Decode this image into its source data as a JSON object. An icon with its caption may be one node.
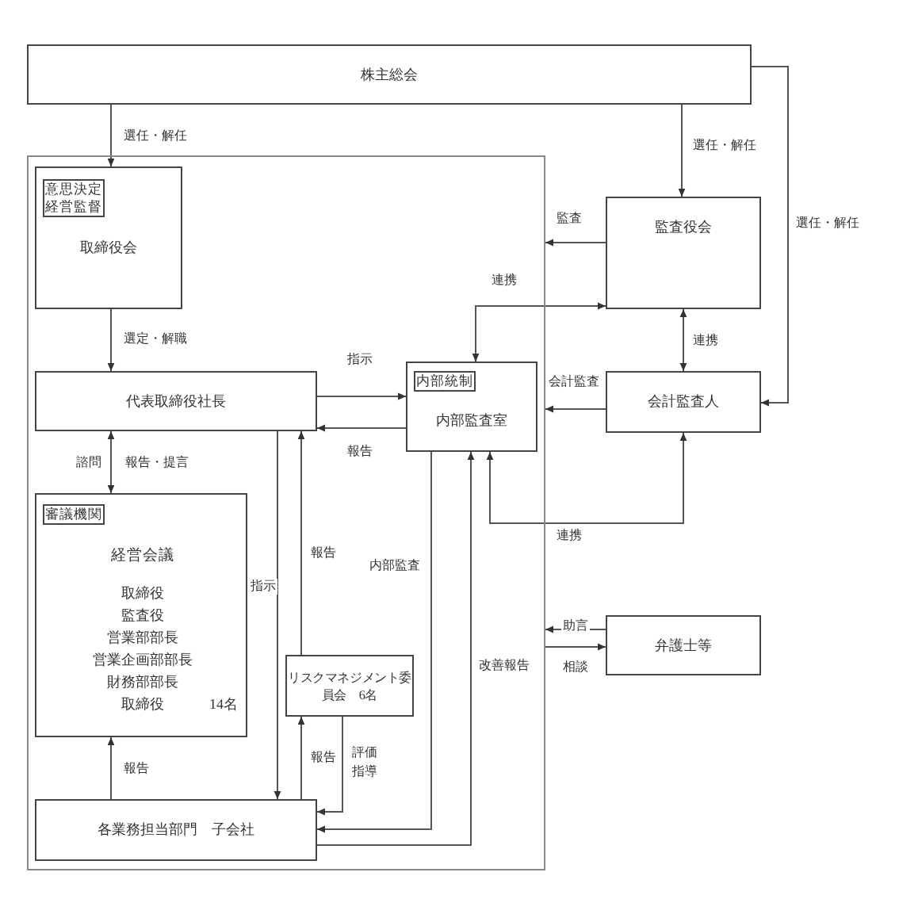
{
  "diagram": {
    "nodes": [
      {
        "text": [
          "株主総会"
        ]
      },
      {
        "text": [],
        "shape": "box"
      },
      {
        "text": [
          "取締役会"
        ],
        "in": 1
      },
      {
        "text": [
          "意思決定経営監督"
        ],
        "in": 2
      },
      {
        "text": [
          "代表取締役社長"
        ],
        "in": 1
      },
      {
        "text": [
          "内部監査室"
        ],
        "in": 1
      },
      {
        "text": [
          "内部統制"
        ],
        "in": 5
      },
      {
        "text": [
          "監査役会"
        ]
      },
      {
        "text": [
          "会計監査人"
        ]
      },
      {
        "text": [
          "経営会議",
          "取締役",
          "監査役",
          "営業部部長",
          "営業企画部部長",
          "財務部部長",
          "取締役",
          "14名"
        ],
        "in": 1
      },
      {
        "text": [
          "審議機関"
        ],
        "in": 9
      },
      {
        "text": [
          "リスクマネジメント委員会　6名"
        ],
        "in": 1
      },
      {
        "text": [
          "各業務担当部門　子会社"
        ],
        "in": 1
      },
      {
        "text": [
          "弁護士等"
        ]
      }
    ],
    "edges": [
      {
        "from": 0,
        "to": 2,
        "arrow": "to",
        "label": "選任・解任"
      },
      {
        "from": 0,
        "to": 7,
        "arrow": "to",
        "label": "選任・解任"
      },
      {
        "from": 0,
        "to": 8,
        "arrow": "to",
        "label": "選任・解任"
      },
      {
        "from": 7,
        "to": 1,
        "arrow": "to",
        "label": "監査"
      },
      {
        "from": 5,
        "to": 7,
        "arrow": "both",
        "label": "連携"
      },
      {
        "from": 7,
        "to": 8,
        "arrow": "both",
        "label": "連携"
      },
      {
        "from": 8,
        "to": 1,
        "arrow": "to",
        "label": "会計監査"
      },
      {
        "from": 5,
        "to": 8,
        "arrow": "both",
        "label": "連携"
      },
      {
        "from": 2,
        "to": 4,
        "arrow": "to",
        "label": "選定・解職"
      },
      {
        "from": 4,
        "to": 5,
        "arrow": "to",
        "label": "指示"
      },
      {
        "from": 5,
        "to": 4,
        "arrow": "to",
        "label": "報告"
      },
      {
        "from": 4,
        "to": 9,
        "arrow": "both",
        "label": "諮問"
      },
      {
        "from": 4,
        "to": 12,
        "arrow": "to",
        "label": "指示"
      },
      {
        "from": 11,
        "to": 4,
        "arrow": "to",
        "label": "報告"
      },
      {
        "from": 12,
        "to": 11,
        "arrow": "to",
        "label": "報告"
      },
      {
        "from": 11,
        "to": 12,
        "arrow": "to",
        "label": "評価指導"
      },
      {
        "from": 5,
        "to": 12,
        "arrow": "to",
        "label": "内部監査"
      },
      {
        "from": 12,
        "to": 5,
        "arrow": "to",
        "label": "改善報告"
      },
      {
        "from": 12,
        "to": 9,
        "arrow": "to",
        "label": "報告"
      },
      {
        "from": 13,
        "to": 1,
        "arrow": "to",
        "label": "助言"
      },
      {
        "from": 1,
        "to": 13,
        "arrow": "to",
        "label": "相談"
      }
    ],
    "labels": [
      "報告・提言"
    ]
  }
}
